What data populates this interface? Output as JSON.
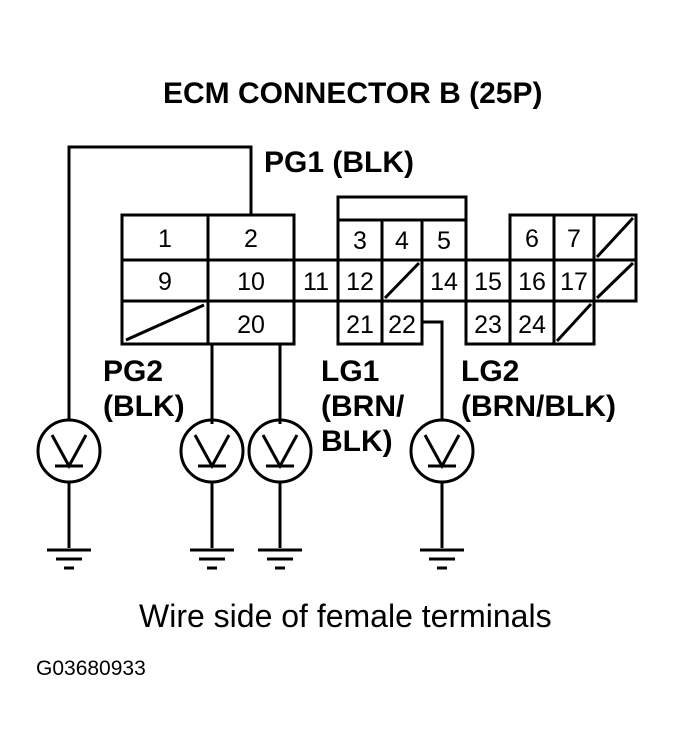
{
  "title": "ECM CONNECTOR B (25P)",
  "terminals": {
    "t1": "1",
    "t2": "2",
    "t3": "3",
    "t4": "4",
    "t5": "5",
    "t6": "6",
    "t7": "7",
    "t9": "9",
    "t10": "10",
    "t11": "11",
    "t12": "12",
    "t14": "14",
    "t15": "15",
    "t16": "16",
    "t17": "17",
    "t20": "20",
    "t21": "21",
    "t22": "22",
    "t23": "23",
    "t24": "24"
  },
  "labels": {
    "pg1": "PG1 (BLK)",
    "pg2_line1": "PG2",
    "pg2_line2": "(BLK)",
    "lg1_line1": "LG1",
    "lg1_line2": "(BRN/",
    "lg1_line3": "BLK)",
    "lg2_line1": "LG2",
    "lg2_line2": "(BRN/BLK)"
  },
  "caption": "Wire side of female terminals",
  "figure_code": "G03680933",
  "icons": [
    "ground-lamp-icon",
    "ground-symbol-icon"
  ]
}
